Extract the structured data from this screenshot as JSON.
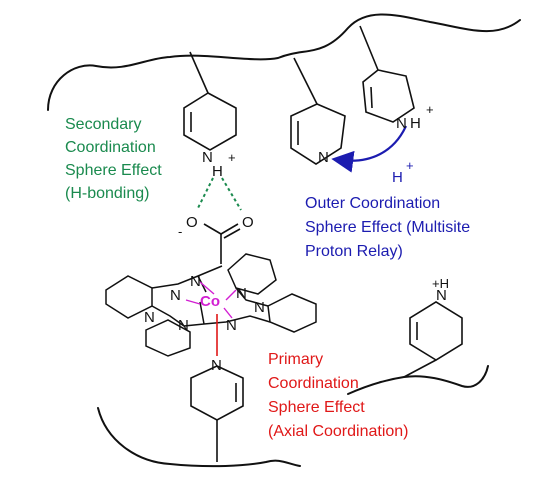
{
  "colors": {
    "bond": "#111111",
    "secondary": "#1a8a4e",
    "outer": "#1c1cb0",
    "primary": "#e01818",
    "cobalt": "#d21fd2"
  },
  "atoms": {
    "n": "N",
    "o": "O",
    "h": "H",
    "plus": "+",
    "minus": "-",
    "plus_h": "+H",
    "cobalt": "Co"
  },
  "labels": {
    "secondary": [
      "Secondary",
      "Coordination",
      "Sphere Effect",
      "(H-bonding)"
    ],
    "outer": [
      "Outer Coordination",
      "Sphere Effect (Multisite",
      "Proton Relay)"
    ],
    "primary": [
      "Primary",
      "Coordination",
      "Sphere Effect",
      "(Axial Coordination)"
    ]
  }
}
